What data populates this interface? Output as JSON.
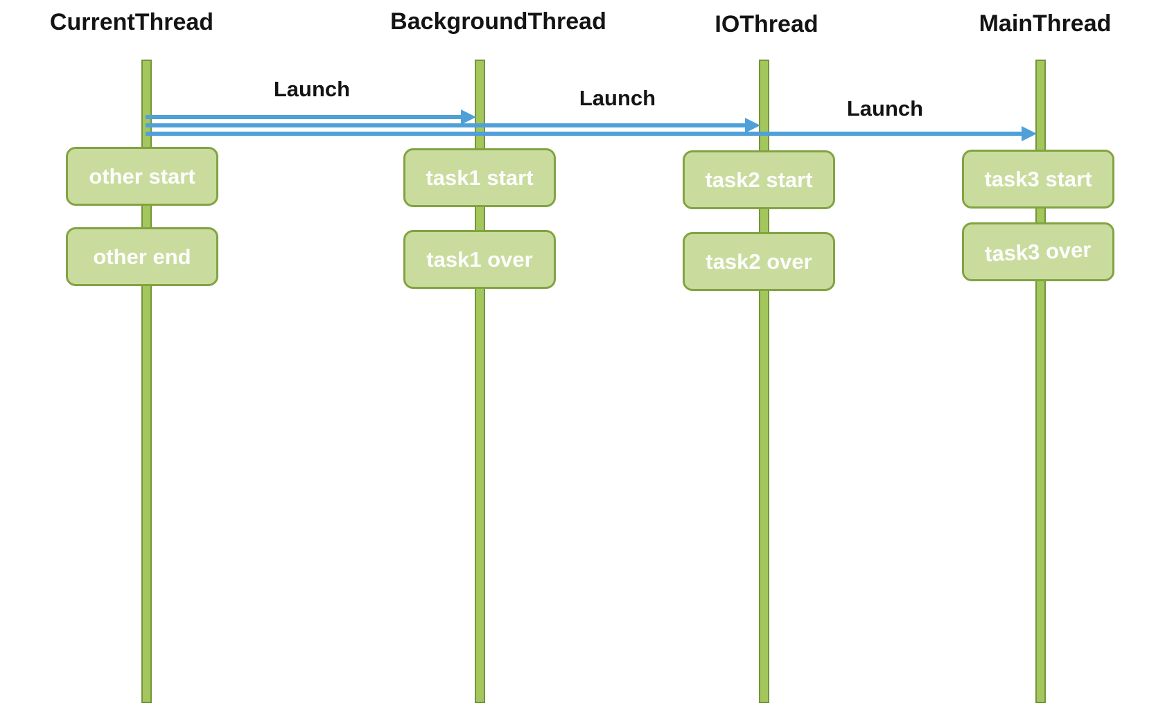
{
  "diagram": {
    "type": "thread-sequence-diagram",
    "colors": {
      "lifeline_fill": "#a3c75d",
      "lifeline_border": "#75943a",
      "box_fill": "#c9dc9e",
      "box_border": "#82a341",
      "box_text": "#fdfdfd",
      "arrow": "#4fa0d9",
      "label_text": "#141414",
      "background": "#ffffff"
    },
    "threads": [
      {
        "title": "CurrentThread",
        "events": [
          "other start",
          "other end"
        ]
      },
      {
        "title": "BackgroundThread",
        "events": [
          "task1 start",
          "task1 over"
        ]
      },
      {
        "title": "IOThread",
        "events": [
          "task2 start",
          "task2 over"
        ]
      },
      {
        "title": "MainThread",
        "events": [
          "task3 start",
          "task3 over"
        ]
      }
    ],
    "messages": [
      {
        "label": "Launch",
        "from": "CurrentThread",
        "to": "BackgroundThread"
      },
      {
        "label": "Launch",
        "from": "CurrentThread",
        "to": "IOThread"
      },
      {
        "label": "Launch",
        "from": "CurrentThread",
        "to": "MainThread"
      }
    ]
  }
}
